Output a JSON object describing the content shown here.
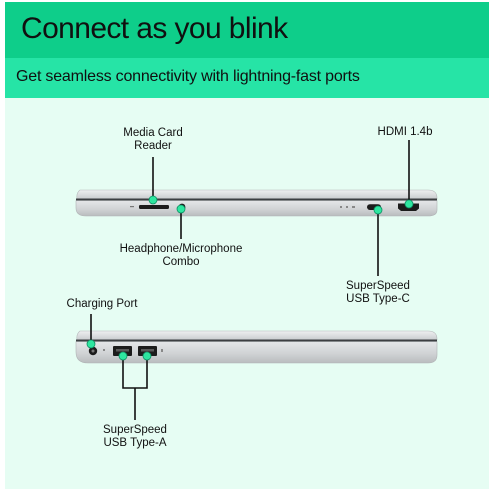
{
  "header": {
    "title": "Connect as you blink",
    "subtitle": "Get seamless connectivity with lightning-fast ports"
  },
  "callouts": {
    "media_card_reader": [
      "Media Card",
      "Reader"
    ],
    "hdmi": [
      "HDMI 1.4b"
    ],
    "headphone_mic": [
      "Headphone/Microphone",
      "Combo"
    ],
    "usb_c": [
      "SuperSpeed",
      "USB Type-C"
    ],
    "charging_port": [
      "Charging Port"
    ],
    "usb_a": [
      "SuperSpeed",
      "USB Type-A"
    ]
  },
  "colors": {
    "header_band": "#0ece8a",
    "sub_band": "#26e4a6",
    "content_bg": "#e6fdf3",
    "marker": "#2ee6a0",
    "laptop_silver": "#d3d6d8"
  },
  "icons": [
    "laptop-left-side",
    "laptop-right-side",
    "port-marker-dot"
  ]
}
